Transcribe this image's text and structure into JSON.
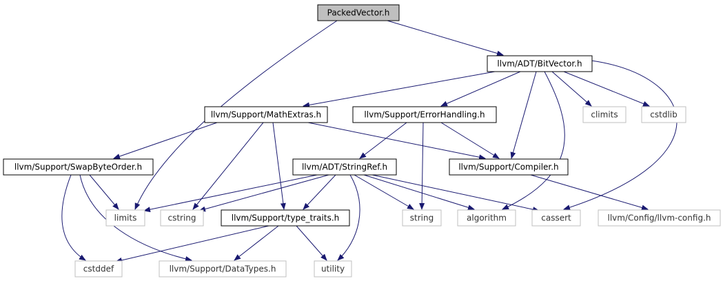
{
  "colors": {
    "edge": "#191970",
    "node_border_primary": "#000000",
    "node_border_system": "#bfbfbf",
    "node_fill_root": "#bfbfbf",
    "node_fill": "#ffffff",
    "text_primary": "#000000",
    "text_system": "#333333"
  },
  "nodes": [
    {
      "id": "packedvector",
      "label": "PackedVector.h",
      "kind": "root"
    },
    {
      "id": "bitvector",
      "label": "llvm/ADT/BitVector.h",
      "kind": "primary"
    },
    {
      "id": "mathextras",
      "label": "llvm/Support/MathExtras.h",
      "kind": "primary"
    },
    {
      "id": "errorhandling",
      "label": "llvm/Support/ErrorHandling.h",
      "kind": "primary"
    },
    {
      "id": "climits",
      "label": "climits",
      "kind": "system"
    },
    {
      "id": "cstdlib",
      "label": "cstdlib",
      "kind": "system"
    },
    {
      "id": "swapbyteorder",
      "label": "llvm/Support/SwapByteOrder.h",
      "kind": "primary"
    },
    {
      "id": "stringref",
      "label": "llvm/ADT/StringRef.h",
      "kind": "primary"
    },
    {
      "id": "compiler",
      "label": "llvm/Support/Compiler.h",
      "kind": "primary"
    },
    {
      "id": "limits",
      "label": "limits",
      "kind": "system"
    },
    {
      "id": "cstring",
      "label": "cstring",
      "kind": "system"
    },
    {
      "id": "typetraits",
      "label": "llvm/Support/type_traits.h",
      "kind": "primary"
    },
    {
      "id": "string",
      "label": "string",
      "kind": "system"
    },
    {
      "id": "algorithm",
      "label": "algorithm",
      "kind": "system"
    },
    {
      "id": "cassert",
      "label": "cassert",
      "kind": "system"
    },
    {
      "id": "llvmconfig",
      "label": "llvm/Config/llvm-config.h",
      "kind": "system"
    },
    {
      "id": "cstddef",
      "label": "cstddef",
      "kind": "system"
    },
    {
      "id": "datatypes",
      "label": "llvm/Support/DataTypes.h",
      "kind": "system"
    },
    {
      "id": "utility",
      "label": "utility",
      "kind": "system"
    }
  ],
  "edges": [
    {
      "from": "packedvector",
      "to": "bitvector"
    },
    {
      "from": "packedvector",
      "to": "limits"
    },
    {
      "from": "bitvector",
      "to": "mathextras"
    },
    {
      "from": "bitvector",
      "to": "errorhandling"
    },
    {
      "from": "bitvector",
      "to": "compiler"
    },
    {
      "from": "bitvector",
      "to": "algorithm"
    },
    {
      "from": "bitvector",
      "to": "climits"
    },
    {
      "from": "bitvector",
      "to": "cstdlib"
    },
    {
      "from": "bitvector",
      "to": "cassert"
    },
    {
      "from": "mathextras",
      "to": "swapbyteorder"
    },
    {
      "from": "mathextras",
      "to": "compiler"
    },
    {
      "from": "mathextras",
      "to": "cstring"
    },
    {
      "from": "mathextras",
      "to": "typetraits"
    },
    {
      "from": "errorhandling",
      "to": "stringref"
    },
    {
      "from": "errorhandling",
      "to": "compiler"
    },
    {
      "from": "errorhandling",
      "to": "string"
    },
    {
      "from": "swapbyteorder",
      "to": "limits"
    },
    {
      "from": "swapbyteorder",
      "to": "cstddef"
    },
    {
      "from": "swapbyteorder",
      "to": "datatypes"
    },
    {
      "from": "stringref",
      "to": "limits"
    },
    {
      "from": "stringref",
      "to": "cstring"
    },
    {
      "from": "stringref",
      "to": "typetraits"
    },
    {
      "from": "stringref",
      "to": "string"
    },
    {
      "from": "stringref",
      "to": "algorithm"
    },
    {
      "from": "stringref",
      "to": "cassert"
    },
    {
      "from": "stringref",
      "to": "utility"
    },
    {
      "from": "compiler",
      "to": "llvmconfig"
    },
    {
      "from": "typetraits",
      "to": "cstddef"
    },
    {
      "from": "typetraits",
      "to": "datatypes"
    },
    {
      "from": "typetraits",
      "to": "utility"
    }
  ]
}
